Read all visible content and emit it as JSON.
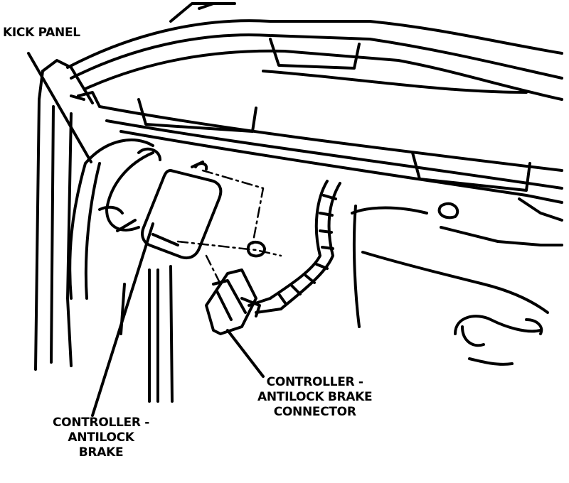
{
  "labels": {
    "kick_panel": "KICK PANEL",
    "controller": {
      "line1": "CONTROLLER -",
      "line2": "ANTILOCK",
      "line3": "BRAKE"
    },
    "connector": {
      "line1": "CONTROLLER -",
      "line2": "ANTILOCK BRAKE",
      "line3": "CONNECTOR"
    }
  }
}
